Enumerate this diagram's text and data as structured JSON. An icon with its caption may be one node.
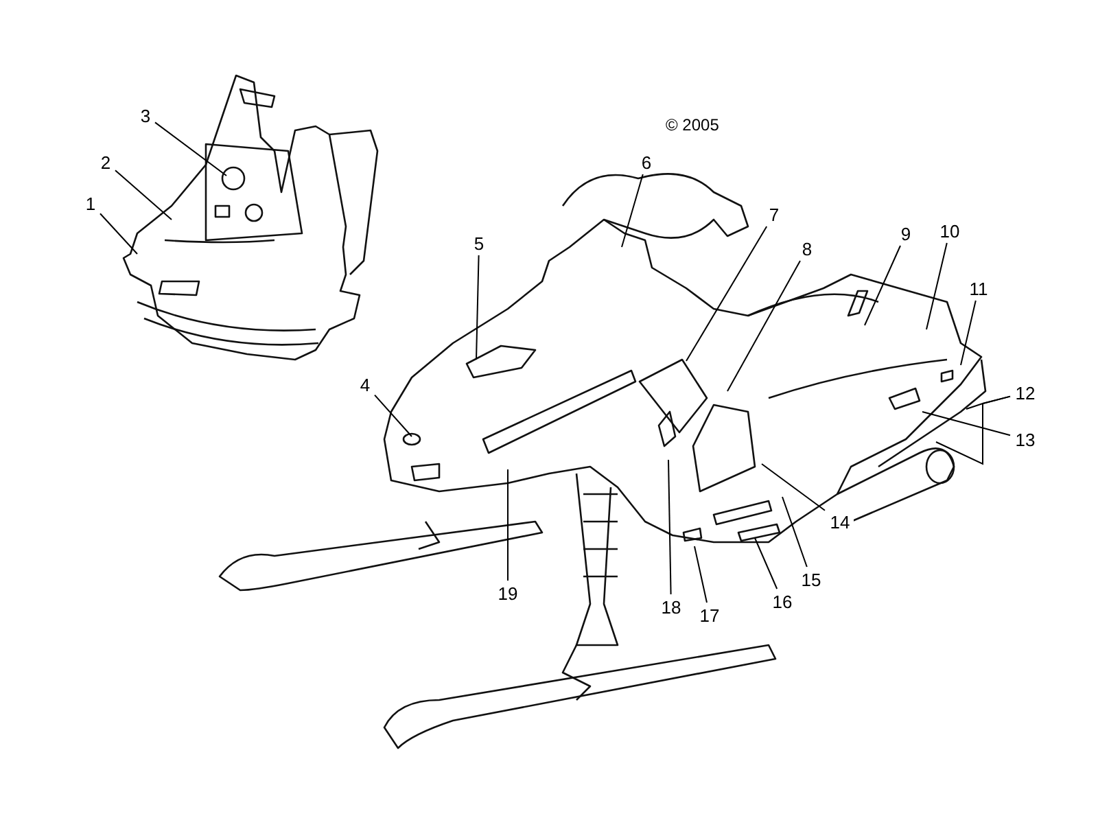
{
  "diagram": {
    "nodes": [
      {
        "text": [
          "1"
        ]
      },
      {
        "text": [
          "2"
        ]
      },
      {
        "text": [
          "3"
        ]
      },
      {
        "text": [
          "4"
        ]
      },
      {
        "text": [
          "5"
        ]
      },
      {
        "text": [
          "6"
        ]
      },
      {
        "text": [
          "7"
        ]
      },
      {
        "text": [
          "8"
        ]
      },
      {
        "text": [
          "9"
        ]
      },
      {
        "text": [
          "10"
        ]
      },
      {
        "text": [
          "11"
        ]
      },
      {
        "text": [
          "12"
        ]
      },
      {
        "text": [
          "13"
        ]
      },
      {
        "text": [
          "14"
        ]
      },
      {
        "text": [
          "15"
        ]
      },
      {
        "text": [
          "16"
        ]
      },
      {
        "text": [
          "17"
        ]
      },
      {
        "text": [
          "18"
        ]
      },
      {
        "text": [
          "19"
        ]
      }
    ],
    "edges": [
      {
        "from": 0,
        "to": null,
        "arrow": "none"
      },
      {
        "from": 1,
        "to": null,
        "arrow": "none"
      },
      {
        "from": 2,
        "to": null,
        "arrow": "none"
      },
      {
        "from": 3,
        "to": null,
        "arrow": "none"
      },
      {
        "from": 4,
        "to": null,
        "arrow": "none"
      },
      {
        "from": 5,
        "to": null,
        "arrow": "none"
      },
      {
        "from": 6,
        "to": null,
        "arrow": "none"
      },
      {
        "from": 7,
        "to": null,
        "arrow": "none"
      },
      {
        "from": 8,
        "to": null,
        "arrow": "none"
      },
      {
        "from": 9,
        "to": null,
        "arrow": "none"
      },
      {
        "from": 10,
        "to": null,
        "arrow": "none"
      },
      {
        "from": 11,
        "to": null,
        "arrow": "none"
      },
      {
        "from": 11,
        "to": null,
        "arrow": "none"
      },
      {
        "from": 12,
        "to": null,
        "arrow": "none"
      },
      {
        "from": 13,
        "to": null,
        "arrow": "none"
      },
      {
        "from": 14,
        "to": null,
        "arrow": "none"
      },
      {
        "from": 15,
        "to": null,
        "arrow": "none"
      },
      {
        "from": 16,
        "to": null,
        "arrow": "none"
      },
      {
        "from": 17,
        "to": null,
        "arrow": "none"
      },
      {
        "from": 18,
        "to": null,
        "arrow": "none"
      }
    ],
    "labels": [
      "© 2005"
    ]
  }
}
